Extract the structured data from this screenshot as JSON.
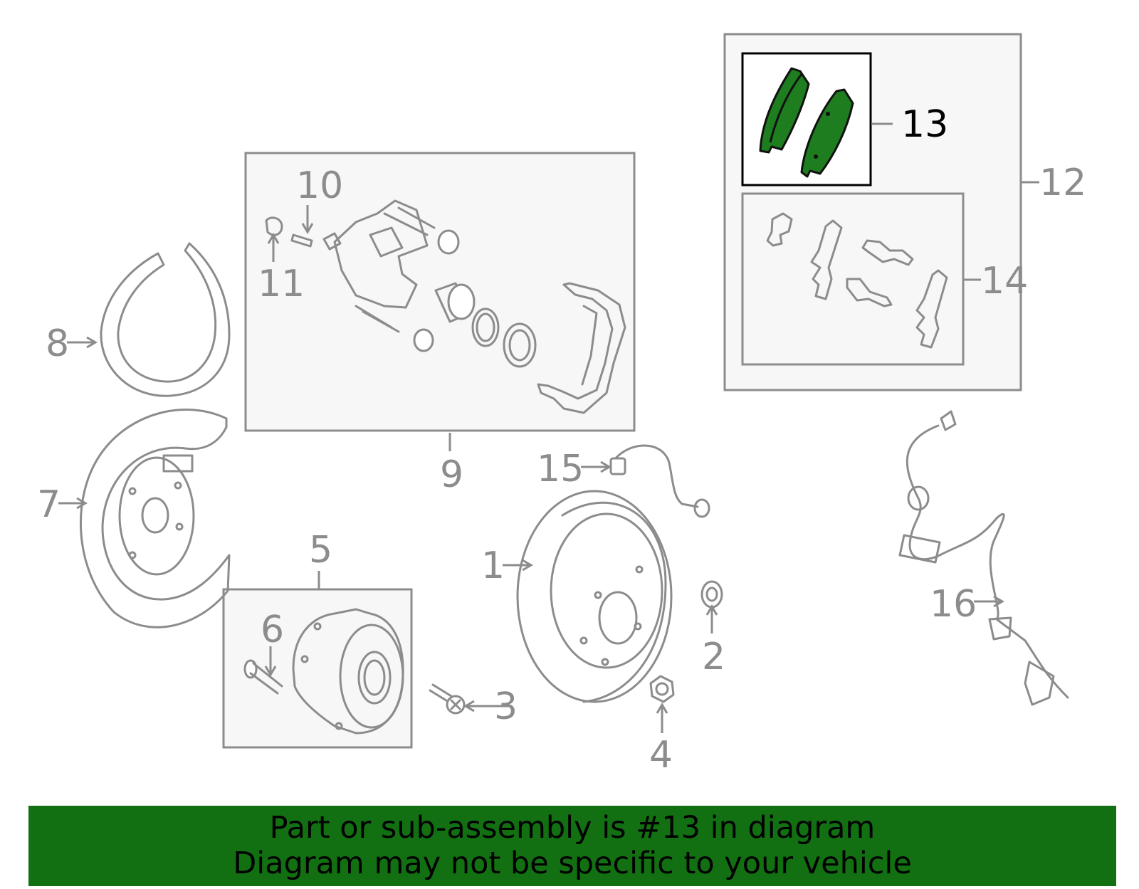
{
  "diagram": {
    "callouts": [
      {
        "id": "1",
        "label": "1"
      },
      {
        "id": "2",
        "label": "2"
      },
      {
        "id": "3",
        "label": "3"
      },
      {
        "id": "4",
        "label": "4"
      },
      {
        "id": "5",
        "label": "5"
      },
      {
        "id": "6",
        "label": "6"
      },
      {
        "id": "7",
        "label": "7"
      },
      {
        "id": "8",
        "label": "8"
      },
      {
        "id": "9",
        "label": "9"
      },
      {
        "id": "10",
        "label": "10"
      },
      {
        "id": "11",
        "label": "11"
      },
      {
        "id": "12",
        "label": "12"
      },
      {
        "id": "13",
        "label": "13"
      },
      {
        "id": "14",
        "label": "14"
      },
      {
        "id": "15",
        "label": "15"
      },
      {
        "id": "16",
        "label": "16"
      }
    ],
    "highlighted_part": "13",
    "colors": {
      "part_outline": "#8c8c8c",
      "highlight_fill": "#1e7d1e",
      "banner_background": "#127012"
    }
  },
  "banner": {
    "line1": "Part or sub-assembly is #13 in diagram",
    "line2": "Diagram may not be specific to your vehicle"
  }
}
